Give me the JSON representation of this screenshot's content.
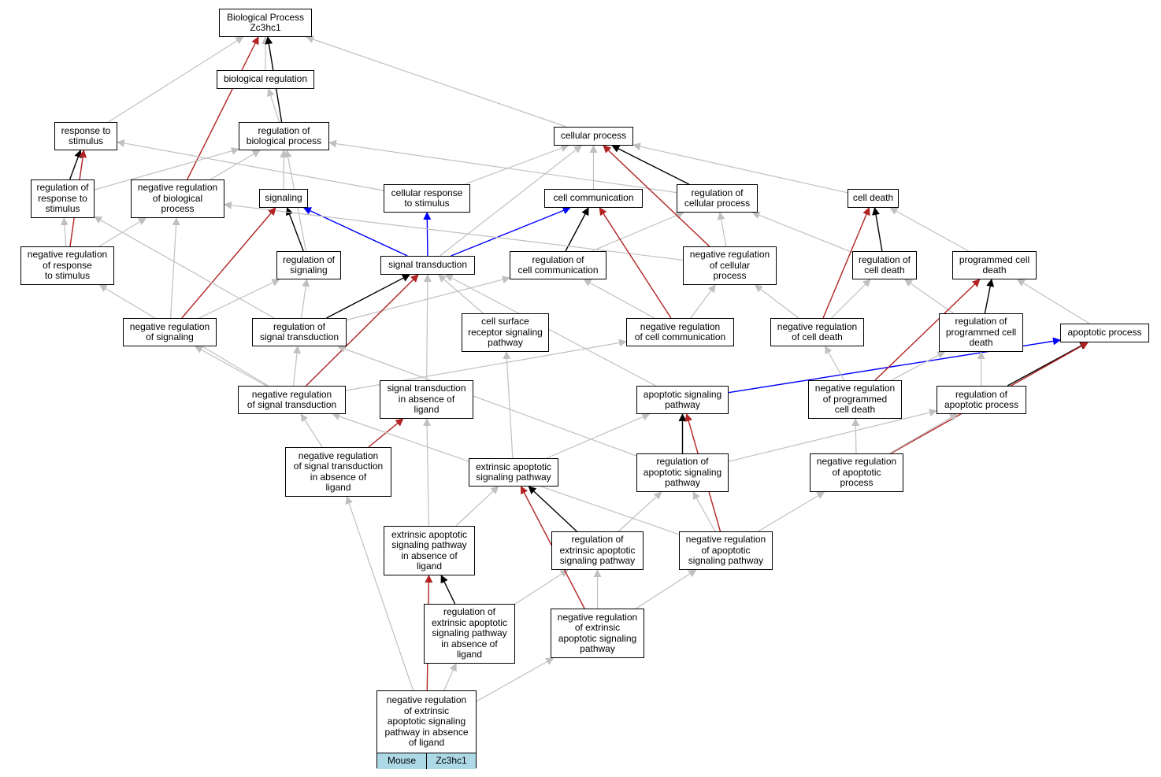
{
  "colors": {
    "gray": "#c0c0c0",
    "black": "#000000",
    "red": "#b22222",
    "blue": "#0000ff",
    "species_bg": "#add8e6"
  },
  "nodes": {
    "bp": "Biological Process\nZc3hc1",
    "bioreg": "biological regulation",
    "regbp": "regulation of\nbiological process",
    "cellproc": "cellular process",
    "resp": "response to\nstimulus",
    "regresp": "regulation of\nresponse to\nstimulus",
    "negregbp": "negative regulation\nof biological\nprocess",
    "signaling": "signaling",
    "cellresp": "cellular response\nto stimulus",
    "cellcomm": "cell communication",
    "regcellproc": "regulation of\ncellular process",
    "celldeath": "cell death",
    "negregresp": "negative regulation\nof response\nto stimulus",
    "regsig": "regulation of\nsignaling",
    "sigtrans": "signal transduction",
    "regcellcomm": "regulation of\ncell communication",
    "negregcellproc": "negative regulation\nof cellular\nprocess",
    "regcelldeath": "regulation of\ncell death",
    "pcd": "programmed cell\ndeath",
    "negregsig": "negative regulation\nof signaling",
    "regsigtrans": "regulation of\nsignal transduction",
    "csrsp": "cell surface\nreceptor signaling\npathway",
    "negregcellcomm": "negative regulation\nof cell communication",
    "negregcelldeath": "negative regulation\nof cell death",
    "regpcd": "regulation of\nprogrammed cell\ndeath",
    "apoproc": "apoptotic process",
    "negregsigtrans": "negative regulation\nof signal transduction",
    "stial": "signal transduction\nin absence of\nligand",
    "asp": "apoptotic signaling\npathway",
    "negregpcd": "negative regulation\nof programmed\ncell death",
    "regapoproc": "regulation of\napoptotic process",
    "negregstial": "negative regulation\nof signal transduction\nin absence of\nligand",
    "easp": "extrinsic apoptotic\nsignaling pathway",
    "regasp": "regulation of\napoptotic signaling\npathway",
    "negregapoproc": "negative regulation\nof apoptotic\nprocess",
    "easpial": "extrinsic apoptotic\nsignaling pathway\nin absence of\nligand",
    "regeasp": "regulation of\nextrinsic apoptotic\nsignaling pathway",
    "negregasp": "negative regulation\nof apoptotic\nsignaling pathway",
    "regeaspial": "regulation of\nextrinsic apoptotic\nsignaling pathway\nin absence of\nligand",
    "negregeasp": "negative regulation\nof extrinsic\napoptotic signaling\npathway"
  },
  "leaf": {
    "label": "negative regulation\nof extrinsic\napoptotic signaling\npathway in absence\nof ligand",
    "species": "Mouse",
    "gene": "Zc3hc1"
  },
  "edges": [
    {
      "from": "bioreg",
      "to": "bp",
      "color": "gray"
    },
    {
      "from": "regbp",
      "to": "bioreg",
      "color": "gray"
    },
    {
      "from": "regbp",
      "to": "bp",
      "color": "black"
    },
    {
      "from": "cellproc",
      "to": "bp",
      "color": "gray"
    },
    {
      "from": "resp",
      "to": "bp",
      "color": "gray"
    },
    {
      "from": "negregbp",
      "to": "bp",
      "color": "red"
    },
    {
      "from": "regresp",
      "to": "resp",
      "color": "black"
    },
    {
      "from": "regresp",
      "to": "regbp",
      "color": "gray"
    },
    {
      "from": "negregbp",
      "to": "regbp",
      "color": "gray"
    },
    {
      "from": "signaling",
      "to": "regbp",
      "color": "gray"
    },
    {
      "from": "cellresp",
      "to": "resp",
      "color": "gray"
    },
    {
      "from": "cellresp",
      "to": "cellproc",
      "color": "gray"
    },
    {
      "from": "cellcomm",
      "to": "cellproc",
      "color": "gray"
    },
    {
      "from": "regcellproc",
      "to": "cellproc",
      "color": "black"
    },
    {
      "from": "regcellproc",
      "to": "regbp",
      "color": "gray"
    },
    {
      "from": "celldeath",
      "to": "cellproc",
      "color": "gray"
    },
    {
      "from": "negregresp",
      "to": "resp",
      "color": "red"
    },
    {
      "from": "negregresp",
      "to": "regresp",
      "color": "gray"
    },
    {
      "from": "negregresp",
      "to": "negregbp",
      "color": "gray"
    },
    {
      "from": "regsig",
      "to": "signaling",
      "color": "black"
    },
    {
      "from": "regsig",
      "to": "regbp",
      "color": "gray"
    },
    {
      "from": "sigtrans",
      "to": "signaling",
      "color": "blue"
    },
    {
      "from": "sigtrans",
      "to": "cellresp",
      "color": "blue"
    },
    {
      "from": "sigtrans",
      "to": "cellcomm",
      "color": "blue"
    },
    {
      "from": "sigtrans",
      "to": "cellproc",
      "color": "gray"
    },
    {
      "from": "regcellcomm",
      "to": "cellcomm",
      "color": "black"
    },
    {
      "from": "regcellcomm",
      "to": "regcellproc",
      "color": "gray"
    },
    {
      "from": "negregcellproc",
      "to": "regcellproc",
      "color": "gray"
    },
    {
      "from": "negregcellproc",
      "to": "cellproc",
      "color": "red"
    },
    {
      "from": "negregcellproc",
      "to": "negregbp",
      "color": "gray"
    },
    {
      "from": "regcelldeath",
      "to": "celldeath",
      "color": "black"
    },
    {
      "from": "regcelldeath",
      "to": "regcellproc",
      "color": "gray"
    },
    {
      "from": "pcd",
      "to": "celldeath",
      "color": "gray"
    },
    {
      "from": "negregsig",
      "to": "signaling",
      "color": "red"
    },
    {
      "from": "negregsig",
      "to": "regsig",
      "color": "gray"
    },
    {
      "from": "negregsig",
      "to": "negregbp",
      "color": "gray"
    },
    {
      "from": "regsigtrans",
      "to": "regsig",
      "color": "gray"
    },
    {
      "from": "regsigtrans",
      "to": "sigtrans",
      "color": "black"
    },
    {
      "from": "regsigtrans",
      "to": "regresp",
      "color": "gray"
    },
    {
      "from": "regsigtrans",
      "to": "regcellcomm",
      "color": "gray"
    },
    {
      "from": "csrsp",
      "to": "sigtrans",
      "color": "gray"
    },
    {
      "from": "negregcellcomm",
      "to": "cellcomm",
      "color": "red"
    },
    {
      "from": "negregcellcomm",
      "to": "regcellcomm",
      "color": "gray"
    },
    {
      "from": "negregcellcomm",
      "to": "negregcellproc",
      "color": "gray"
    },
    {
      "from": "negregcelldeath",
      "to": "celldeath",
      "color": "red"
    },
    {
      "from": "negregcelldeath",
      "to": "regcelldeath",
      "color": "gray"
    },
    {
      "from": "negregcelldeath",
      "to": "negregcellproc",
      "color": "gray"
    },
    {
      "from": "regpcd",
      "to": "pcd",
      "color": "black"
    },
    {
      "from": "regpcd",
      "to": "regcelldeath",
      "color": "gray"
    },
    {
      "from": "apoproc",
      "to": "pcd",
      "color": "gray"
    },
    {
      "from": "negregsigtrans",
      "to": "sigtrans",
      "color": "red"
    },
    {
      "from": "negregsigtrans",
      "to": "regsigtrans",
      "color": "gray"
    },
    {
      "from": "negregsigtrans",
      "to": "negregsig",
      "color": "gray"
    },
    {
      "from": "negregsigtrans",
      "to": "negregresp",
      "color": "gray"
    },
    {
      "from": "negregsigtrans",
      "to": "negregcellcomm",
      "color": "gray"
    },
    {
      "from": "stial",
      "to": "sigtrans",
      "color": "gray"
    },
    {
      "from": "asp",
      "to": "sigtrans",
      "color": "gray"
    },
    {
      "from": "asp",
      "to": "apoproc",
      "color": "blue"
    },
    {
      "from": "negregpcd",
      "to": "pcd",
      "color": "red"
    },
    {
      "from": "negregpcd",
      "to": "regpcd",
      "color": "gray"
    },
    {
      "from": "negregpcd",
      "to": "negregcelldeath",
      "color": "gray"
    },
    {
      "from": "regapoproc",
      "to": "apoproc",
      "color": "black"
    },
    {
      "from": "regapoproc",
      "to": "regpcd",
      "color": "gray"
    },
    {
      "from": "negregstial",
      "to": "stial",
      "color": "red"
    },
    {
      "from": "negregstial",
      "to": "negregsigtrans",
      "color": "gray"
    },
    {
      "from": "easp",
      "to": "asp",
      "color": "gray"
    },
    {
      "from": "easp",
      "to": "csrsp",
      "color": "gray"
    },
    {
      "from": "regasp",
      "to": "asp",
      "color": "black"
    },
    {
      "from": "regasp",
      "to": "regsigtrans",
      "color": "gray"
    },
    {
      "from": "regasp",
      "to": "regapoproc",
      "color": "gray"
    },
    {
      "from": "negregapoproc",
      "to": "apoproc",
      "color": "red"
    },
    {
      "from": "negregapoproc",
      "to": "regapoproc",
      "color": "gray"
    },
    {
      "from": "negregapoproc",
      "to": "negregpcd",
      "color": "gray"
    },
    {
      "from": "easpial",
      "to": "easp",
      "color": "gray"
    },
    {
      "from": "easpial",
      "to": "stial",
      "color": "gray"
    },
    {
      "from": "regeasp",
      "to": "easp",
      "color": "black"
    },
    {
      "from": "regeasp",
      "to": "regasp",
      "color": "gray"
    },
    {
      "from": "negregasp",
      "to": "asp",
      "color": "red"
    },
    {
      "from": "negregasp",
      "to": "regasp",
      "color": "gray"
    },
    {
      "from": "negregasp",
      "to": "negregapoproc",
      "color": "gray"
    },
    {
      "from": "negregasp",
      "to": "negregsigtrans",
      "color": "gray"
    },
    {
      "from": "regeaspial",
      "to": "easpial",
      "color": "black"
    },
    {
      "from": "regeaspial",
      "to": "regeasp",
      "color": "gray"
    },
    {
      "from": "negregeasp",
      "to": "easp",
      "color": "red"
    },
    {
      "from": "negregeasp",
      "to": "regeasp",
      "color": "gray"
    },
    {
      "from": "negregeasp",
      "to": "negregasp",
      "color": "gray"
    },
    {
      "from": "leaf",
      "to": "easpial",
      "color": "red"
    },
    {
      "from": "leaf",
      "to": "regeaspial",
      "color": "gray"
    },
    {
      "from": "leaf",
      "to": "negregeasp",
      "color": "gray"
    },
    {
      "from": "leaf",
      "to": "negregstial",
      "color": "gray"
    }
  ]
}
